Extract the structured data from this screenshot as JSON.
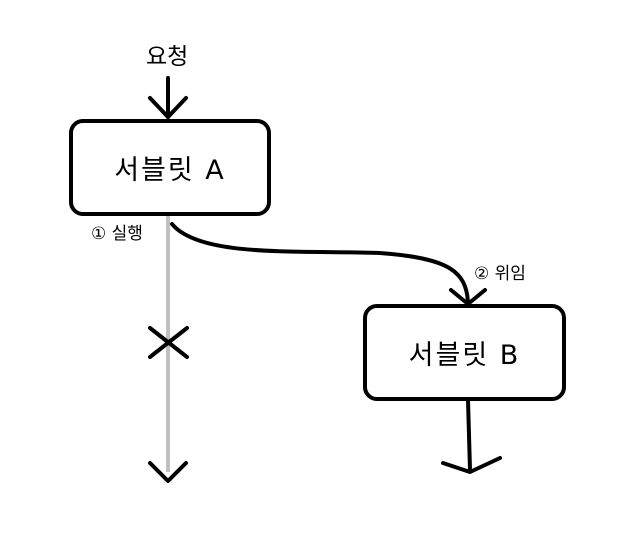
{
  "request_label": "요청",
  "servlet_a": {
    "label": "서블릿 A"
  },
  "servlet_b": {
    "label": "서블릿 B"
  },
  "step_execute": {
    "label": "① 실행"
  },
  "step_delegate": {
    "label": "② 위임"
  },
  "colors": {
    "stroke": "#000000",
    "blocked_path": "#c0c0c0",
    "background": "#ffffff"
  }
}
